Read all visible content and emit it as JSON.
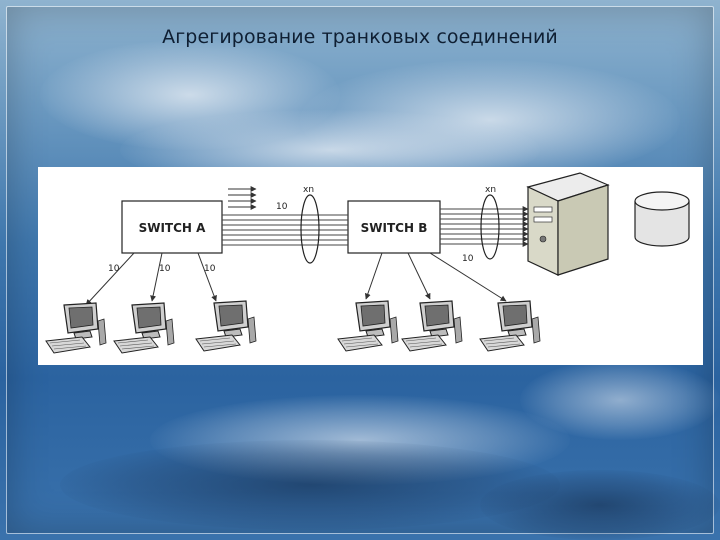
{
  "slide": {
    "title": "Агрегирование транковых соединений"
  },
  "diagram": {
    "switch_a_label": "SWITCH A",
    "switch_b_label": "SWITCH B",
    "trunk_ab_speed": "10",
    "trunk_ab_multiplier": "xn",
    "trunk_server_multiplier": "xn",
    "trunk_server_speed": "10",
    "pc_link_1_speed": "10",
    "pc_link_2_speed": "10",
    "pc_link_3_speed": "10"
  }
}
